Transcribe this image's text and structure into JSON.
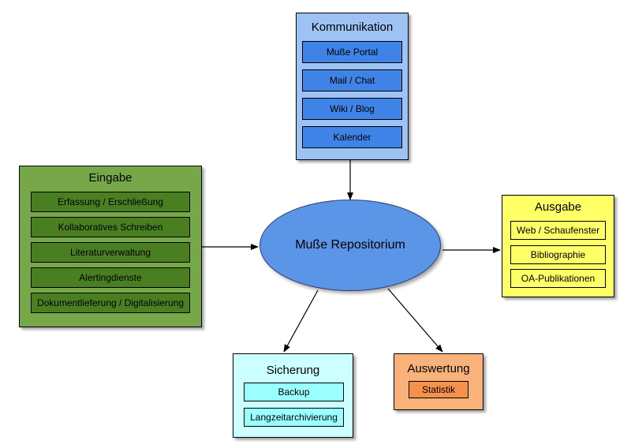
{
  "hub": {
    "label": "Muße Repositorium"
  },
  "kommunikation": {
    "title": "Kommunikation",
    "items": [
      "Muße Portal",
      "Mail / Chat",
      "Wiki / Blog",
      "Kalender"
    ]
  },
  "eingabe": {
    "title": "Eingabe",
    "items": [
      "Erfassung / Erschließung",
      "Kollaboratives Schreiben",
      "Literaturverwaltung",
      "Alertingdienste",
      "Dokumentlieferung / Digitalisierung"
    ]
  },
  "ausgabe": {
    "title": "Ausgabe",
    "items": [
      "Web / Schaufenster",
      "Bibliographie",
      "OA-Publikationen"
    ]
  },
  "sicherung": {
    "title": "Sicherung",
    "items": [
      "Backup",
      "Langzeitarchivierung"
    ]
  },
  "auswertung": {
    "title": "Auswertung",
    "items": [
      "Statistik"
    ]
  },
  "colors": {
    "kommunikation_panel": "#9dc3f5",
    "kommunikation_item": "#3f83e6",
    "eingabe_panel": "#76a749",
    "eingabe_item": "#4a7f21",
    "ausgabe_panel": "#ffff66",
    "ausgabe_item": "#ffff66",
    "sicherung_panel": "#ccffff",
    "sicherung_item": "#99ffff",
    "auswertung_panel": "#f9b37a",
    "auswertung_item": "#f59148",
    "hub": "#5b95e8"
  }
}
